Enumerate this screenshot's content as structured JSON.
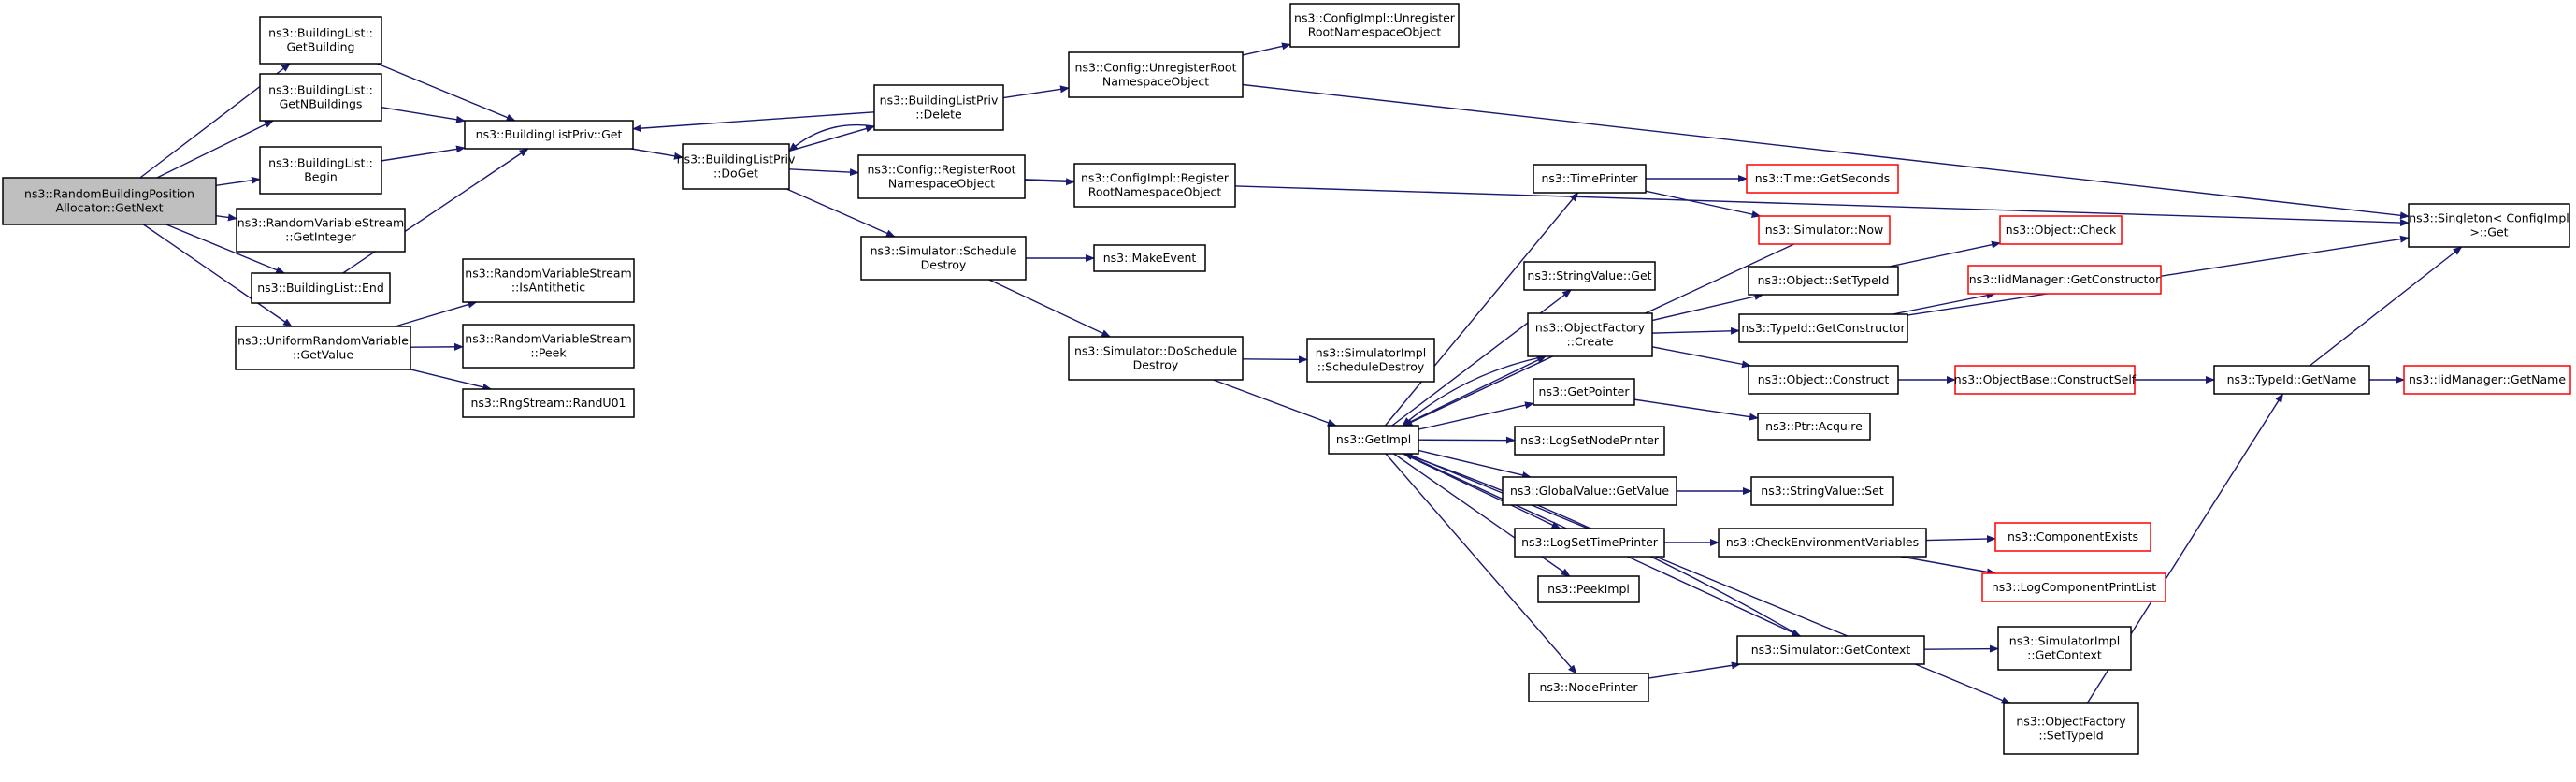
{
  "colors": {
    "background": "#ffffff",
    "edge": "#191970",
    "box_border": "#000000",
    "box_border_truncated": "#ff0000",
    "box_fill": "#ffffff",
    "root_fill": "#bfbfbf"
  },
  "nodes": {
    "root": {
      "lines": [
        "ns3::RandomBuildingPosition",
        "Allocator::GetNext"
      ],
      "root": true
    },
    "bl_getbuilding": {
      "lines": [
        "ns3::BuildingList::",
        "GetBuilding"
      ]
    },
    "bl_getnbuildings": {
      "lines": [
        "ns3::BuildingList::",
        "GetNBuildings"
      ]
    },
    "bl_begin": {
      "lines": [
        "ns3::BuildingList::",
        "Begin"
      ]
    },
    "rvs_getinteger": {
      "lines": [
        "ns3::RandomVariableStream",
        "::GetInteger"
      ]
    },
    "bl_end": {
      "lines": [
        "ns3::BuildingList::End"
      ]
    },
    "urv_getvalue": {
      "lines": [
        "ns3::UniformRandomVariable",
        "::GetValue"
      ]
    },
    "blp_get": {
      "lines": [
        "ns3::BuildingListPriv::Get"
      ]
    },
    "rvs_isantithetic": {
      "lines": [
        "ns3::RandomVariableStream",
        "::IsAntithetic"
      ]
    },
    "rvs_peek": {
      "lines": [
        "ns3::RandomVariableStream",
        "::Peek"
      ]
    },
    "rng_randu01": {
      "lines": [
        "ns3::RngStream::RandU01"
      ]
    },
    "blp_doget": {
      "lines": [
        "ns3::BuildingListPriv",
        "::DoGet"
      ]
    },
    "blp_delete": {
      "lines": [
        "ns3::BuildingListPriv",
        "::Delete"
      ]
    },
    "cfg_unregister": {
      "lines": [
        "ns3::Config::UnregisterRoot",
        "NamespaceObject"
      ]
    },
    "cfgimpl_unregister": {
      "lines": [
        "ns3::ConfigImpl::Unregister",
        "RootNamespaceObject"
      ]
    },
    "cfg_register": {
      "lines": [
        "ns3::Config::RegisterRoot",
        "NamespaceObject"
      ]
    },
    "cfgimpl_register": {
      "lines": [
        "ns3::ConfigImpl::Register",
        "RootNamespaceObject"
      ]
    },
    "sim_scheduledestroy": {
      "lines": [
        "ns3::Simulator::Schedule",
        "Destroy"
      ]
    },
    "makeevent": {
      "lines": [
        "ns3::MakeEvent"
      ]
    },
    "sim_doscheduledestroy": {
      "lines": [
        "ns3::Simulator::DoSchedule",
        "Destroy"
      ]
    },
    "simimpl_scheduledestroy": {
      "lines": [
        "ns3::SimulatorImpl",
        "::ScheduleDestroy"
      ]
    },
    "getimpl": {
      "lines": [
        "ns3::GetImpl"
      ]
    },
    "timeprinter": {
      "lines": [
        "ns3::TimePrinter"
      ]
    },
    "time_getseconds": {
      "lines": [
        "ns3::Time::GetSeconds"
      ],
      "truncated": true
    },
    "sim_now": {
      "lines": [
        "ns3::Simulator::Now"
      ],
      "truncated": true
    },
    "stringvalue_get": {
      "lines": [
        "ns3::StringValue::Get"
      ]
    },
    "objectfactory_create": {
      "lines": [
        "ns3::ObjectFactory",
        "::Create"
      ]
    },
    "object_settypeid": {
      "lines": [
        "ns3::Object::SetTypeId"
      ]
    },
    "object_check": {
      "lines": [
        "ns3::Object::Check"
      ],
      "truncated": true
    },
    "typeid_getconstructor": {
      "lines": [
        "ns3::TypeId::GetConstructor"
      ]
    },
    "iidmanager_getconstructor": {
      "lines": [
        "ns3::IidManager::GetConstructor"
      ],
      "truncated": true
    },
    "object_construct": {
      "lines": [
        "ns3::Object::Construct"
      ]
    },
    "objectbase_constructself": {
      "lines": [
        "ns3::ObjectBase::ConstructSelf"
      ],
      "truncated": true
    },
    "typeid_getname": {
      "lines": [
        "ns3::TypeId::GetName"
      ]
    },
    "iidmanager_getname": {
      "lines": [
        "ns3::IidManager::GetName"
      ],
      "truncated": true
    },
    "singleton_get": {
      "lines": [
        "ns3::Singleton< ConfigImpl",
        " >::Get"
      ]
    },
    "getpointer": {
      "lines": [
        "ns3::GetPointer"
      ]
    },
    "ptr_acquire": {
      "lines": [
        "ns3::Ptr::Acquire"
      ]
    },
    "logsetnodeprinter": {
      "lines": [
        "ns3::LogSetNodePrinter"
      ]
    },
    "globalvalue_getvalue": {
      "lines": [
        "ns3::GlobalValue::GetValue"
      ]
    },
    "stringvalue_set": {
      "lines": [
        "ns3::StringValue::Set"
      ]
    },
    "logsettimeprinter": {
      "lines": [
        "ns3::LogSetTimePrinter"
      ]
    },
    "checkenvvars": {
      "lines": [
        "ns3::CheckEnvironmentVariables"
      ]
    },
    "componentexists": {
      "lines": [
        "ns3::ComponentExists"
      ],
      "truncated": true
    },
    "logcomponentprintlist": {
      "lines": [
        "ns3::LogComponentPrintList"
      ],
      "truncated": true
    },
    "peekimpl": {
      "lines": [
        "ns3::PeekImpl"
      ]
    },
    "sim_getcontext": {
      "lines": [
        "ns3::Simulator::GetContext"
      ]
    },
    "simimpl_getcontext": {
      "lines": [
        "ns3::SimulatorImpl",
        "::GetContext"
      ]
    },
    "nodeprinter": {
      "lines": [
        "ns3::NodePrinter"
      ]
    },
    "objectfactory_settypeid": {
      "lines": [
        "ns3::ObjectFactory",
        "::SetTypeId"
      ]
    }
  },
  "edges": [
    [
      "root",
      "bl_getbuilding"
    ],
    [
      "root",
      "bl_getnbuildings"
    ],
    [
      "root",
      "bl_begin"
    ],
    [
      "root",
      "rvs_getinteger"
    ],
    [
      "root",
      "bl_end"
    ],
    [
      "root",
      "urv_getvalue"
    ],
    [
      "bl_getbuilding",
      "blp_get"
    ],
    [
      "bl_getnbuildings",
      "blp_get"
    ],
    [
      "bl_begin",
      "blp_get"
    ],
    [
      "bl_end",
      "blp_get"
    ],
    [
      "urv_getvalue",
      "rvs_isantithetic"
    ],
    [
      "urv_getvalue",
      "rvs_peek"
    ],
    [
      "urv_getvalue",
      "rng_randu01"
    ],
    [
      "blp_get",
      "blp_doget"
    ],
    [
      "blp_doget",
      "blp_delete"
    ],
    [
      "blp_delete",
      "blp_get"
    ],
    [
      "blp_delete",
      "blp_doget"
    ],
    [
      "blp_delete",
      "cfg_unregister"
    ],
    [
      "cfg_unregister",
      "cfgimpl_unregister"
    ],
    [
      "cfg_unregister",
      "singleton_get"
    ],
    [
      "blp_doget",
      "cfg_register"
    ],
    [
      "cfg_register",
      "cfgimpl_register"
    ],
    [
      "cfg_register",
      "singleton_get"
    ],
    [
      "blp_doget",
      "sim_scheduledestroy"
    ],
    [
      "sim_scheduledestroy",
      "makeevent"
    ],
    [
      "sim_scheduledestroy",
      "sim_doscheduledestroy"
    ],
    [
      "sim_doscheduledestroy",
      "simimpl_scheduledestroy"
    ],
    [
      "sim_doscheduledestroy",
      "getimpl"
    ],
    [
      "getimpl",
      "timeprinter"
    ],
    [
      "timeprinter",
      "time_getseconds"
    ],
    [
      "timeprinter",
      "sim_now"
    ],
    [
      "sim_now",
      "getimpl"
    ],
    [
      "getimpl",
      "stringvalue_get"
    ],
    [
      "getimpl",
      "objectfactory_create"
    ],
    [
      "objectfactory_create",
      "getimpl"
    ],
    [
      "objectfactory_create",
      "object_settypeid"
    ],
    [
      "objectfactory_create",
      "typeid_getconstructor"
    ],
    [
      "objectfactory_create",
      "object_construct"
    ],
    [
      "object_settypeid",
      "object_check"
    ],
    [
      "typeid_getconstructor",
      "iidmanager_getconstructor"
    ],
    [
      "typeid_getconstructor",
      "singleton_get"
    ],
    [
      "object_construct",
      "objectbase_constructself"
    ],
    [
      "objectbase_constructself",
      "typeid_getname"
    ],
    [
      "typeid_getname",
      "iidmanager_getname"
    ],
    [
      "typeid_getname",
      "singleton_get"
    ],
    [
      "getimpl",
      "getpointer"
    ],
    [
      "getpointer",
      "ptr_acquire"
    ],
    [
      "getimpl",
      "logsetnodeprinter"
    ],
    [
      "getimpl",
      "globalvalue_getvalue"
    ],
    [
      "globalvalue_getvalue",
      "stringvalue_set"
    ],
    [
      "getimpl",
      "logsettimeprinter"
    ],
    [
      "logsettimeprinter",
      "checkenvvars"
    ],
    [
      "checkenvvars",
      "componentexists"
    ],
    [
      "checkenvvars",
      "logcomponentprintlist"
    ],
    [
      "getimpl",
      "peekimpl"
    ],
    [
      "getimpl",
      "sim_getcontext"
    ],
    [
      "sim_getcontext",
      "simimpl_getcontext"
    ],
    [
      "sim_getcontext",
      "getimpl"
    ],
    [
      "getimpl",
      "nodeprinter"
    ],
    [
      "nodeprinter",
      "sim_getcontext"
    ],
    [
      "getimpl",
      "objectfactory_settypeid"
    ],
    [
      "objectfactory_settypeid",
      "typeid_getname"
    ]
  ]
}
